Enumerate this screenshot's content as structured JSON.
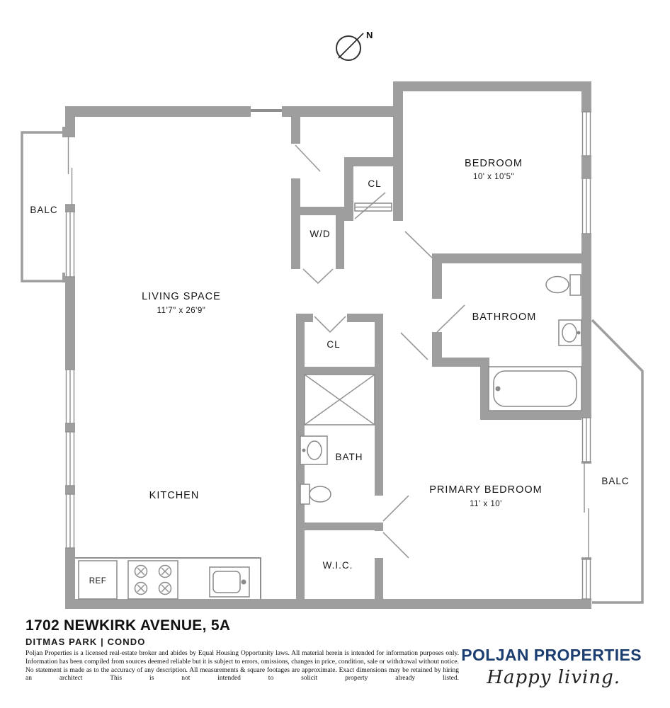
{
  "compass": {
    "label": "N"
  },
  "plan": {
    "colors": {
      "wall": "#9e9e9e",
      "line": "#8f8f8f",
      "text": "#161616"
    },
    "labels": {
      "balc_left": "BALC",
      "living_name": "LIVING SPACE",
      "living_dims": "11'7\" x 26'9\"",
      "wd": "W/D",
      "cl_top": "CL",
      "bedroom_name": "BEDROOM",
      "bedroom_dims": "10' x 10'5\"",
      "bathroom": "BATHROOM",
      "cl_mid": "CL",
      "bath": "BATH",
      "kitchen": "KITCHEN",
      "primary_name": "PRIMARY BEDROOM",
      "primary_dims": "11' x 10'",
      "balc_right": "BALC",
      "wic": "W.I.C.",
      "ref": "REF"
    }
  },
  "footer": {
    "address": "1702 NEWKIRK AVENUE, 5A",
    "subtitle": "DITMAS PARK |  CONDO",
    "disclaimer": "Poljan Properties is a licensed real-estate broker and abides by Equal Housing Opportunity laws. All material herein is intended for information purposes only. Information has been compiled from sources deemed reliable but it is subject to errors, omissions, changes in price, condition, sale or withdrawal without notice. No statement is made as to the accuracy of any description. All measurements & square footages are approximate. Exact dimensions may be retained by hiring an architect This is not intended to solicit property already listed.",
    "brand": "POLJAN PROPERTIES",
    "brand_color": "#1c3e70",
    "tagline": "Happy living."
  }
}
